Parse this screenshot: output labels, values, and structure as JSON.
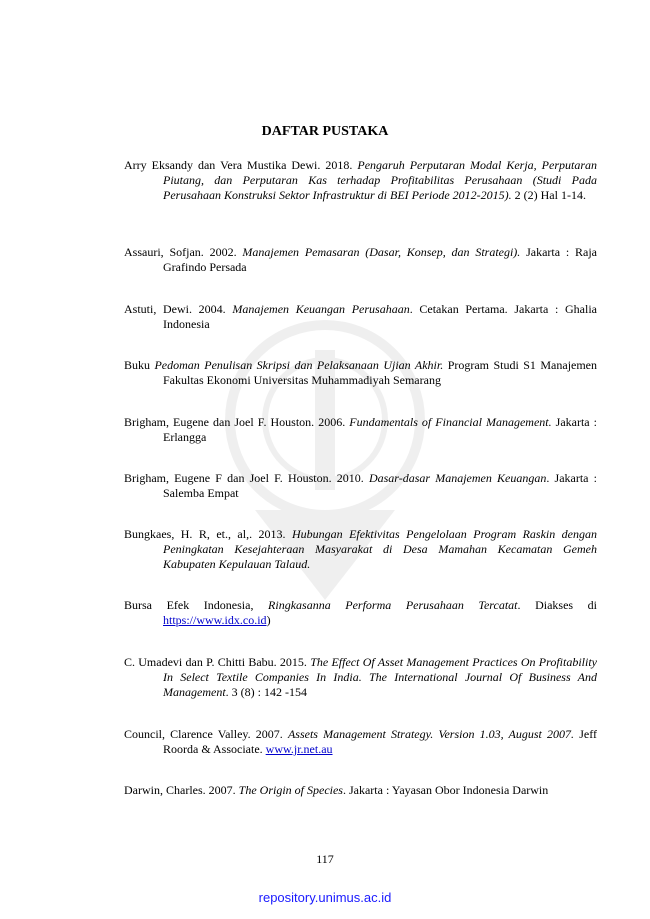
{
  "title": "DAFTAR PUSTAKA",
  "references": [
    {
      "author": "Arry Eksandy dan Vera Mustika Dewi. 2018.",
      "work": "Pengaruh Perputaran Modal Kerja, Perputaran Piutang, dan Perputaran Kas terhadap Profitabilitas Perusahaan (Studi Pada Perusahaan Konstruksi Sektor Infrastruktur di BEI Periode 2012-2015).",
      "rest": "2 (2) Hal 1-14."
    },
    {
      "author": "Assauri, Sofjan. 2002.",
      "work": "Manajemen Pemasaran (Dasar, Konsep, dan Strategi).",
      "rest": "Jakarta : Raja Grafindo Persada"
    },
    {
      "author": "Astuti, Dewi. 2004.",
      "work": "Manajemen Keuangan Perusahaan",
      "rest": ". Cetakan Pertama. Jakarta : Ghalia Indonesia"
    },
    {
      "author": "Buku",
      "work": "Pedoman Penulisan Skripsi dan Pelaksanaan Ujian Akhir.",
      "rest": "Program Studi S1 Manajemen Fakultas Ekonomi Universitas Muhammadiyah Semarang"
    },
    {
      "author": "Brigham, Eugene dan Joel F. Houston. 2006.",
      "work": "Fundamentals of Financial Management.",
      "rest": "Jakarta : Erlangga"
    },
    {
      "author": "Brigham, Eugene F dan Joel F. Houston. 2010.",
      "work": "Dasar-dasar Manajemen Keuangan",
      "rest": ". Jakarta : Salemba Empat"
    },
    {
      "author": "Bungkaes, H. R, et., al,. 2013.",
      "work": "Hubungan Efektivitas Pengelolaan Program Raskin dengan Peningkatan Kesejahteraan Masyarakat di Desa Mamahan Kecamatan Gemeh Kabupaten Kepulauan Talaud.",
      "rest": ""
    },
    {
      "author": "Bursa Efek Indonesia,",
      "work": "Ringkasanna Performa Perusahaan Tercatat",
      "rest": ". Diakses di",
      "link": "https://www.idx.co.id",
      "tail": ")"
    },
    {
      "author": "C. Umadevi dan P. Chitti Babu. 2015.",
      "work": "The Effect Of Asset Management Practices On Profitability In Select Textile Companies In India. The International Journal Of Business And Management",
      "rest": ". 3 (8) : 142 -154"
    },
    {
      "author": "Council, Clarence Valley. 2007.",
      "work": "Assets Management Strategy. Version 1.03, August 2007.",
      "rest": "Jeff Roorda & Associate.",
      "link": "www.jr.net.au",
      "tail": ""
    },
    {
      "author": "Darwin, Charles. 2007.",
      "work": "The Origin of Species",
      "rest": ".  Jakarta : Yayasan Obor Indonesia Darwin"
    }
  ],
  "page_number": "117",
  "footer": "repository.unimus.ac.id"
}
